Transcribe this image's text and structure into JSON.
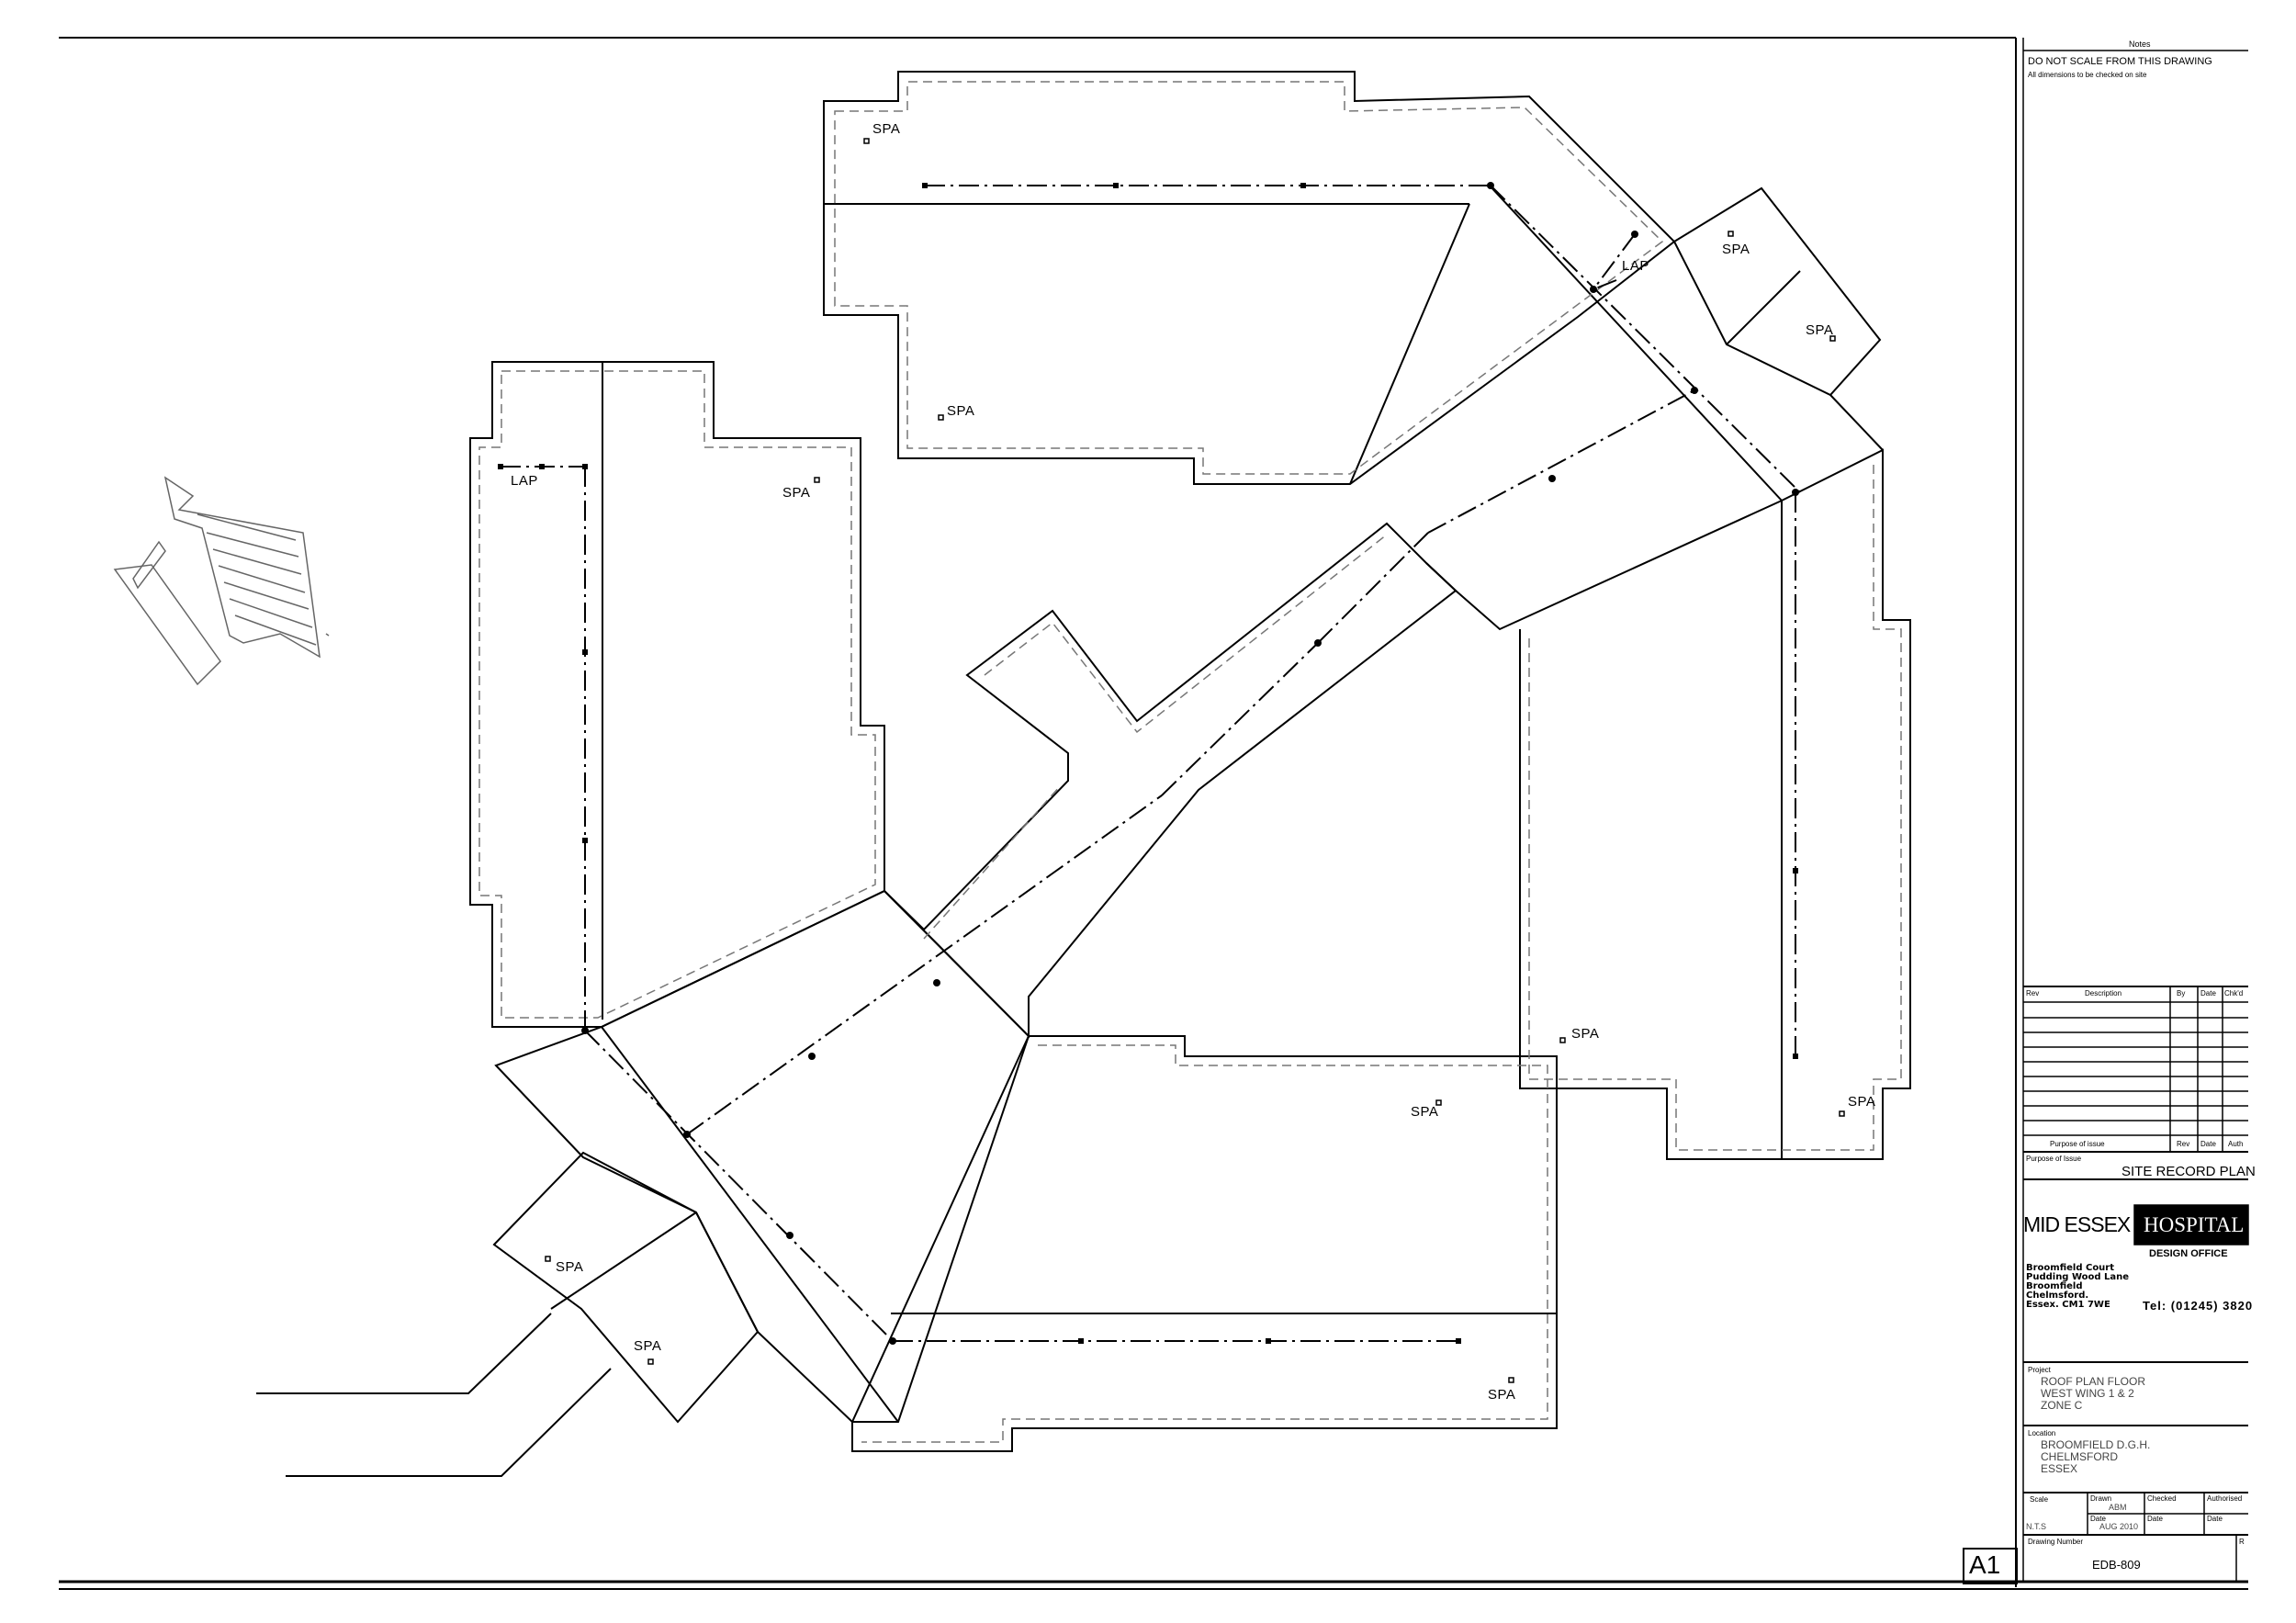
{
  "plan": {
    "labels": {
      "spa": "SPA",
      "lap": "LAP"
    }
  },
  "title_block": {
    "notes_heading": "Notes",
    "note_1": "DO NOT SCALE FROM THIS DRAWING",
    "note_2": "All dimensions to be checked on site",
    "rev_headers": {
      "rev": "Rev",
      "description": "Description",
      "by": "By",
      "date": "Date",
      "chkd": "Chk'd"
    },
    "purpose_row": {
      "purpose": "Purpose of issue",
      "rev": "Rev",
      "date": "Date",
      "auth": "Auth"
    },
    "purpose_of_issue_label": "Purpose of Issue",
    "purpose_of_issue": "SITE RECORD PLAN",
    "org_name": "MID ESSEX",
    "org_badge": "HOSPITAL",
    "office": "DESIGN OFFICE",
    "address": [
      "Broomfield Court",
      "Pudding Wood Lane",
      "Broomfield",
      "Chelmsford.",
      "Essex. CM1 7WE"
    ],
    "tel": "Tel: (01245) 3820",
    "project_label": "Project",
    "project": [
      "ROOF PLAN FLOOR",
      "WEST WING 1 & 2",
      "ZONE C"
    ],
    "location_label": "Location",
    "location": [
      "BROOMFIELD D.G.H.",
      "CHELMSFORD",
      "ESSEX"
    ],
    "scale_label": "Scale",
    "scale": "N.T.S",
    "drawn_label": "Drawn",
    "drawn": "ABM",
    "checked_label": "Checked",
    "authorised_label": "Authorised",
    "date_label": "Date",
    "date": "AUG 2010",
    "drawing_number_label": "Drawing Number",
    "drawing_number": "EDB-809",
    "rev_short": "R",
    "sheet_size": "A1"
  }
}
